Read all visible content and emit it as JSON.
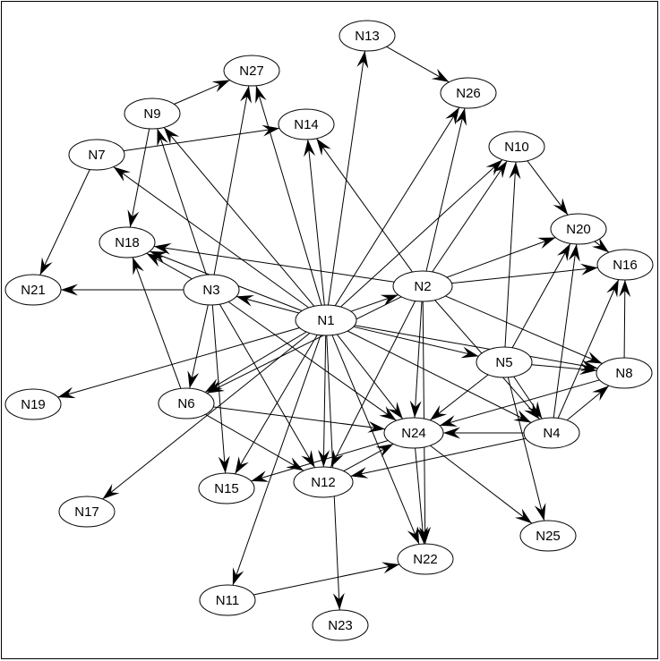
{
  "graph": {
    "colors": {
      "stroke": "#000000",
      "fill": "#ffffff",
      "background": "#ffffff"
    },
    "nodes": [
      {
        "id": "N1",
        "label": "N1"
      },
      {
        "id": "N2",
        "label": "N2"
      },
      {
        "id": "N3",
        "label": "N3"
      },
      {
        "id": "N4",
        "label": "N4"
      },
      {
        "id": "N5",
        "label": "N5"
      },
      {
        "id": "N6",
        "label": "N6"
      },
      {
        "id": "N7",
        "label": "N7"
      },
      {
        "id": "N8",
        "label": "N8"
      },
      {
        "id": "N9",
        "label": "N9"
      },
      {
        "id": "N10",
        "label": "N10"
      },
      {
        "id": "N11",
        "label": "N11"
      },
      {
        "id": "N12",
        "label": "N12"
      },
      {
        "id": "N13",
        "label": "N13"
      },
      {
        "id": "N14",
        "label": "N14"
      },
      {
        "id": "N15",
        "label": "N15"
      },
      {
        "id": "N16",
        "label": "N16"
      },
      {
        "id": "N17",
        "label": "N17"
      },
      {
        "id": "N18",
        "label": "N18"
      },
      {
        "id": "N19",
        "label": "N19"
      },
      {
        "id": "N20",
        "label": "N20"
      },
      {
        "id": "N21",
        "label": "N21"
      },
      {
        "id": "N22",
        "label": "N22"
      },
      {
        "id": "N23",
        "label": "N23"
      },
      {
        "id": "N24",
        "label": "N24"
      },
      {
        "id": "N25",
        "label": "N25"
      },
      {
        "id": "N26",
        "label": "N26"
      },
      {
        "id": "N27",
        "label": "N27"
      }
    ],
    "edges": [
      [
        "N1",
        "N13"
      ],
      [
        "N1",
        "N14"
      ],
      [
        "N1",
        "N27"
      ],
      [
        "N1",
        "N26"
      ],
      [
        "N1",
        "N10"
      ],
      [
        "N1",
        "N2"
      ],
      [
        "N1",
        "N3"
      ],
      [
        "N1",
        "N9"
      ],
      [
        "N1",
        "N7"
      ],
      [
        "N1",
        "N18"
      ],
      [
        "N1",
        "N6"
      ],
      [
        "N1",
        "N19"
      ],
      [
        "N1",
        "N17"
      ],
      [
        "N1",
        "N15"
      ],
      [
        "N1",
        "N11"
      ],
      [
        "N1",
        "N12"
      ],
      [
        "N1",
        "N23"
      ],
      [
        "N1",
        "N22"
      ],
      [
        "N1",
        "N24"
      ],
      [
        "N1",
        "N5"
      ],
      [
        "N1",
        "N4"
      ],
      [
        "N1",
        "N8"
      ],
      [
        "N2",
        "N18"
      ],
      [
        "N2",
        "N14"
      ],
      [
        "N2",
        "N26"
      ],
      [
        "N2",
        "N10"
      ],
      [
        "N2",
        "N20"
      ],
      [
        "N2",
        "N16"
      ],
      [
        "N2",
        "N8"
      ],
      [
        "N2",
        "N4"
      ],
      [
        "N2",
        "N24"
      ],
      [
        "N2",
        "N22"
      ],
      [
        "N2",
        "N12"
      ],
      [
        "N2",
        "N6"
      ],
      [
        "N3",
        "N21"
      ],
      [
        "N3",
        "N18"
      ],
      [
        "N3",
        "N9"
      ],
      [
        "N3",
        "N27"
      ],
      [
        "N3",
        "N6"
      ],
      [
        "N3",
        "N15"
      ],
      [
        "N3",
        "N12"
      ],
      [
        "N3",
        "N24"
      ],
      [
        "N4",
        "N24"
      ],
      [
        "N4",
        "N12"
      ],
      [
        "N4",
        "N8"
      ],
      [
        "N4",
        "N16"
      ],
      [
        "N4",
        "N20"
      ],
      [
        "N5",
        "N10"
      ],
      [
        "N5",
        "N20"
      ],
      [
        "N5",
        "N8"
      ],
      [
        "N5",
        "N4"
      ],
      [
        "N5",
        "N25"
      ],
      [
        "N5",
        "N24"
      ],
      [
        "N6",
        "N18"
      ],
      [
        "N6",
        "N12"
      ],
      [
        "N6",
        "N24"
      ],
      [
        "N7",
        "N14"
      ],
      [
        "N7",
        "N21"
      ],
      [
        "N8",
        "N16"
      ],
      [
        "N8",
        "N24"
      ],
      [
        "N9",
        "N27"
      ],
      [
        "N9",
        "N18"
      ],
      [
        "N10",
        "N20"
      ],
      [
        "N11",
        "N22"
      ],
      [
        "N12",
        "N24"
      ],
      [
        "N13",
        "N26"
      ],
      [
        "N20",
        "N16"
      ],
      [
        "N24",
        "N15"
      ],
      [
        "N24",
        "N25"
      ],
      [
        "N24",
        "N22"
      ]
    ]
  }
}
